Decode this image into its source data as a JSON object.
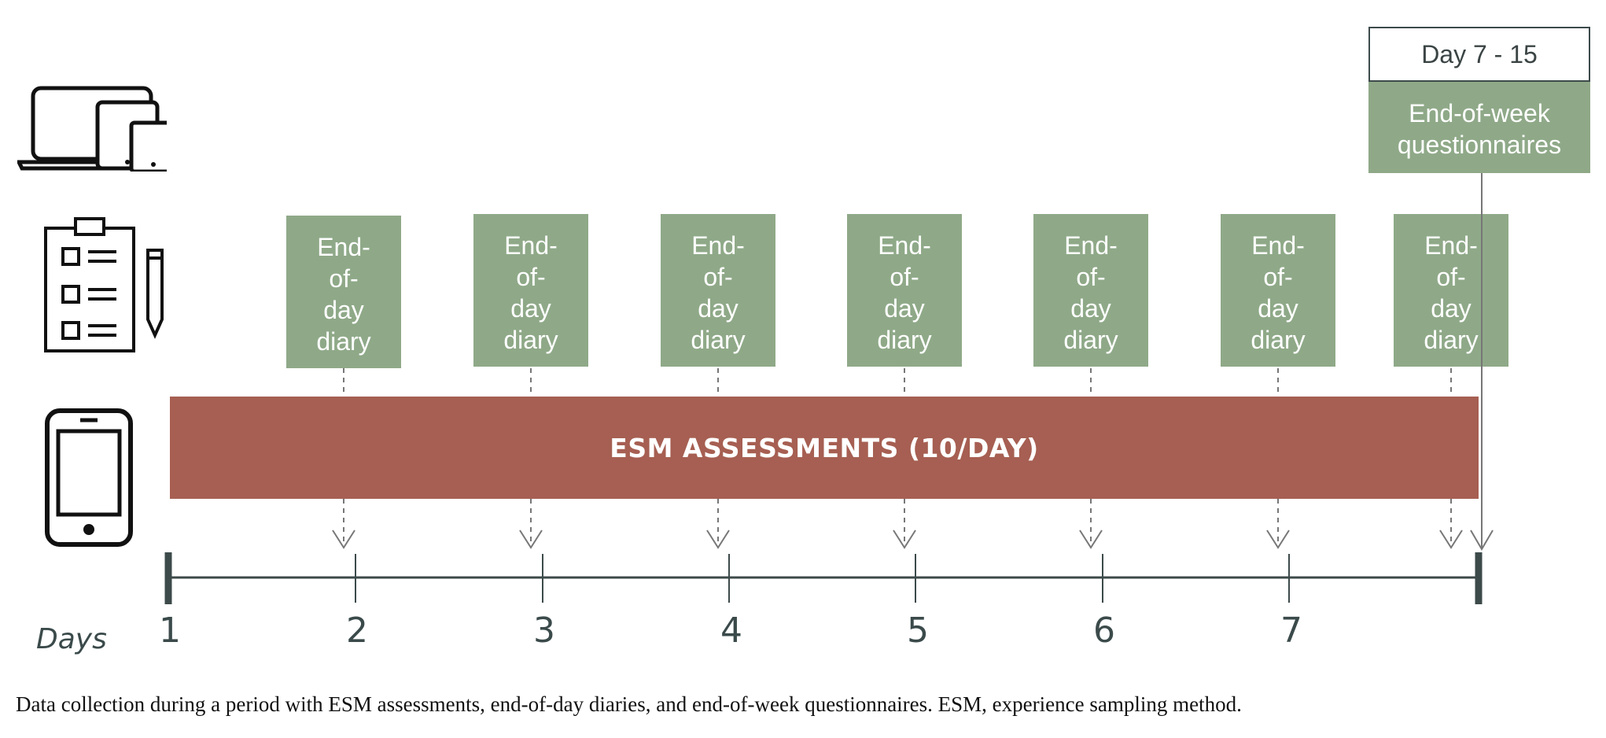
{
  "diagram": {
    "diary_label": [
      "End-",
      "of-",
      "day",
      "diary"
    ],
    "end_of_week": {
      "header": "Day 7 - 15",
      "body": [
        "End-of-week",
        "questionnaires"
      ]
    },
    "esm_bar_label": "ESM ASSESSMENTS (10/DAY)",
    "days_title": "Days",
    "day_numbers": [
      "1",
      "2",
      "3",
      "4",
      "5",
      "6",
      "7"
    ],
    "colors": {
      "diary_green": "#8fa988",
      "esm_red": "#a65f52",
      "timeline": "#3d4a4a"
    },
    "icons": [
      "laptop-tablet-phone-icon",
      "clipboard-checklist-icon",
      "smartphone-icon"
    ]
  },
  "caption": "Data collection during a period with ESM assessments, end-of-day diaries, and end-of-week questionnaires. ESM, experience sampling method."
}
